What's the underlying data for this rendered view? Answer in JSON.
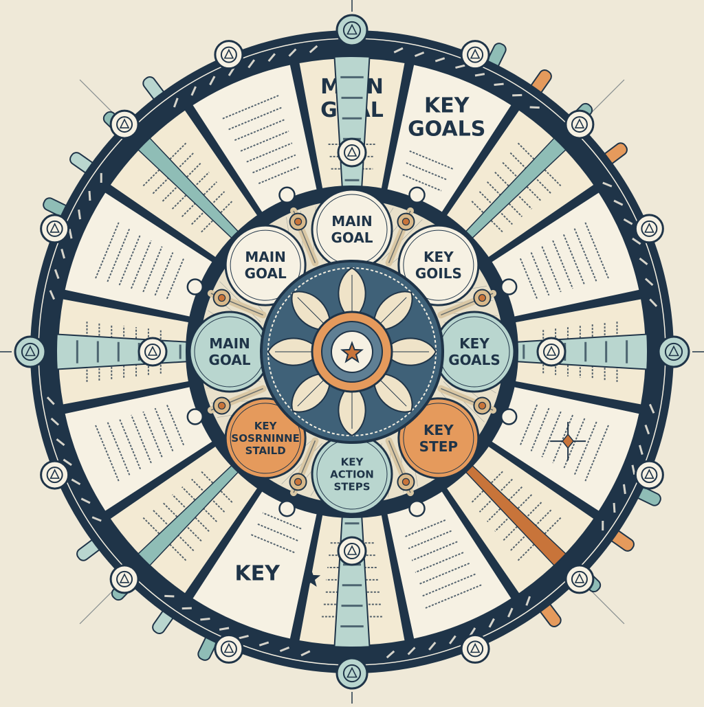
{
  "palette": {
    "navy": "#1f3448",
    "paper": "#f6f1e3",
    "background": "#efe9d8",
    "teal": "#8fbdb6",
    "teal_light": "#b9d6cf",
    "orange": "#e59a5c",
    "rust": "#c8743a",
    "cream": "#f3ead3"
  },
  "outer_panels": [
    {
      "title_lines": [
        "MOIN",
        "GOAL"
      ],
      "icon": "gear-icon"
    },
    {
      "title_lines": [
        "KEY",
        "GOALS"
      ],
      "icon": "none"
    },
    {
      "title_lines": [],
      "icon": "none"
    },
    {
      "title_lines": [],
      "icon": "none"
    },
    {
      "title_lines": [],
      "icon": "none"
    },
    {
      "title_lines": [],
      "icon": "compass-icon"
    },
    {
      "title_lines": [],
      "icon": "none"
    },
    {
      "title_lines": [],
      "icon": "none"
    },
    {
      "title_lines": [],
      "icon": "star-icon"
    },
    {
      "title_lines": [
        "KEY"
      ],
      "icon": "none"
    },
    {
      "title_lines": [],
      "icon": "none"
    },
    {
      "title_lines": [],
      "icon": "none"
    },
    {
      "title_lines": [],
      "icon": "none"
    },
    {
      "title_lines": [],
      "icon": "none"
    },
    {
      "title_lines": [],
      "icon": "none"
    },
    {
      "title_lines": [],
      "icon": "none"
    }
  ],
  "inner_circles": [
    {
      "lines": [
        "MAIN",
        "GOAL"
      ],
      "fill": "#f6f1e3"
    },
    {
      "lines": [
        "KEY",
        "GOILS"
      ],
      "fill": "#f6f1e3"
    },
    {
      "lines": [
        "KEY",
        "GOALS"
      ],
      "fill": "#b9d6cf"
    },
    {
      "lines": [
        "KEY",
        "STEP"
      ],
      "fill": "#e59a5c"
    },
    {
      "lines": [
        "KEY",
        "ACTION",
        "STEPS"
      ],
      "fill": "#b9d6cf"
    },
    {
      "lines": [
        "KEY",
        "SOSRNINNE",
        "STAILD"
      ],
      "fill": "#e59a5c"
    },
    {
      "lines": [
        "MAIN",
        "GOAL"
      ],
      "fill": "#b9d6cf"
    },
    {
      "lines": [
        "MAIN",
        "GOAL"
      ],
      "fill": "#f6f1e3"
    }
  ],
  "center": {
    "icon": "star-icon",
    "petal_count": 8
  }
}
